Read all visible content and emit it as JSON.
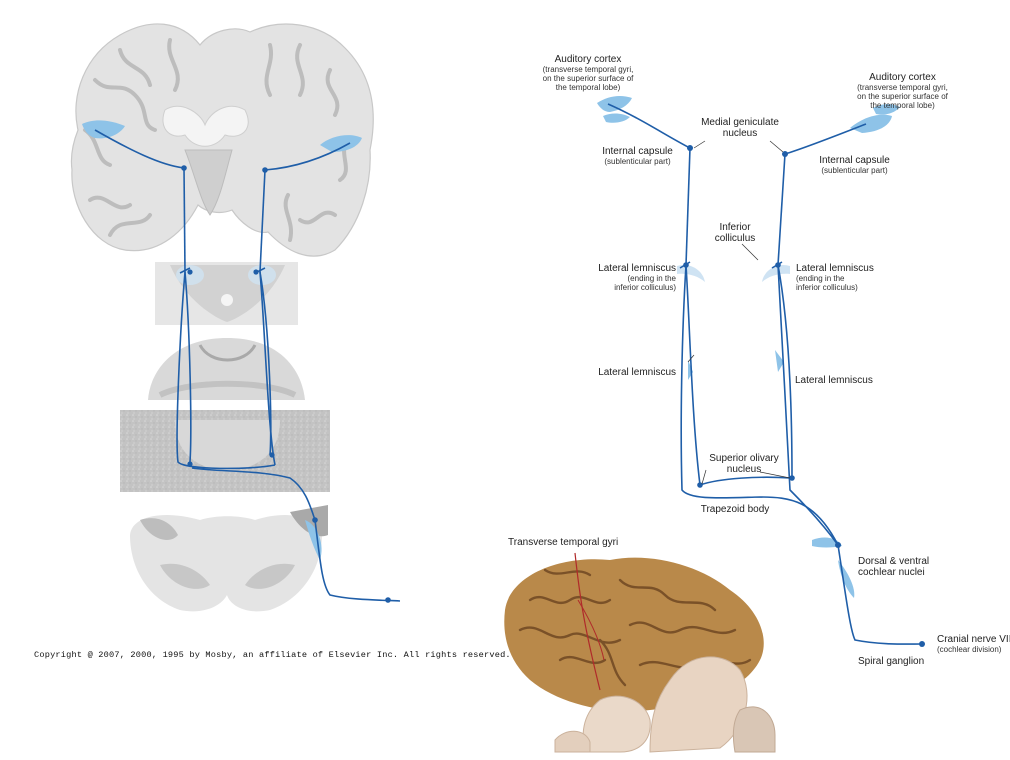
{
  "labels": {
    "auditory_cortex_left": "Auditory cortex",
    "auditory_cortex_left_sub1": "(transverse temporal gyri,",
    "auditory_cortex_left_sub2": "on the superior surface of",
    "auditory_cortex_left_sub3": "the temporal lobe)",
    "auditory_cortex_right": "Auditory cortex",
    "auditory_cortex_right_sub1": "(transverse temporal gyri,",
    "auditory_cortex_right_sub2": "on the superior surface of",
    "auditory_cortex_right_sub3": "the temporal lobe)",
    "medial_geniculate_1": "Medial geniculate",
    "medial_geniculate_2": "nucleus",
    "internal_capsule_left": "Internal capsule",
    "internal_capsule_left_sub": "(sublenticular part)",
    "internal_capsule_right": "Internal capsule",
    "internal_capsule_right_sub": "(sublenticular part)",
    "inferior_colliculus_1": "Inferior",
    "inferior_colliculus_2": "colliculus",
    "lateral_lemniscus_ending_left": "Lateral lemniscus",
    "lateral_lemniscus_ending_left_sub1": "(ending in the",
    "lateral_lemniscus_ending_left_sub2": "inferior colliculus)",
    "lateral_lemniscus_ending_right": "Lateral lemniscus",
    "lateral_lemniscus_ending_right_sub1": "(ending in the",
    "lateral_lemniscus_ending_right_sub2": "inferior colliculus)",
    "lateral_lemniscus_left": "Lateral lemniscus",
    "lateral_lemniscus_right": "Lateral lemniscus",
    "superior_olivary_1": "Superior olivary",
    "superior_olivary_2": "nucleus",
    "trapezoid_body": "Trapezoid body",
    "cochlear_nuclei_1": "Dorsal & ventral",
    "cochlear_nuclei_2": "cochlear nuclei",
    "cranial_nerve": "Cranial nerve VIII",
    "cranial_nerve_sub": "(cochlear division)",
    "spiral_ganglion": "Spiral ganglion",
    "transverse_temporal_gyri": "Transverse temporal gyri"
  },
  "copyright": "Copyright @ 2007, 2000, 1995 by Mosby, an affiliate of Elsevier Inc. All rights reserved.",
  "colors": {
    "pathway": "#1f5ea8",
    "highlight": "#8ec3e8",
    "tissue": "#d9d9d9",
    "tissue_dark": "#bdbdbd",
    "brain": "#b9894a"
  }
}
